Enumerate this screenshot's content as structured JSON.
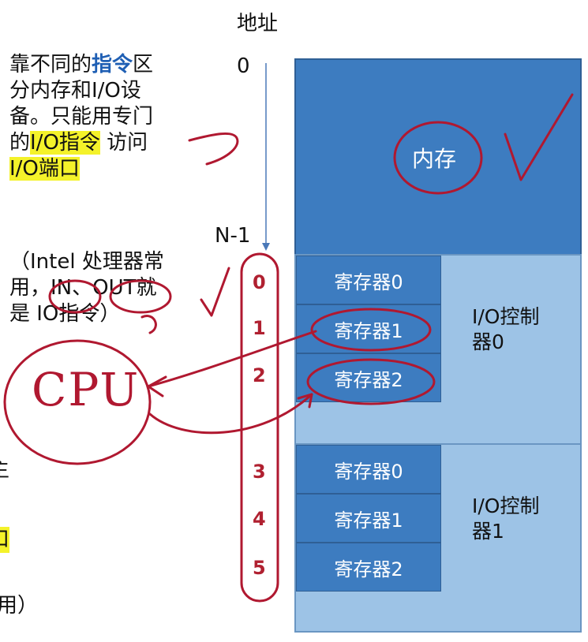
{
  "header": {
    "address_label": "地址",
    "addr_start": "0",
    "addr_end": "N-1"
  },
  "left_text": {
    "p1_a": "靠不同的",
    "p1_b": "指令",
    "p1_c": "区",
    "p1_d": "分内存和I/O设",
    "p1_e": "备。只能用专门",
    "p1_f": "的",
    "p1_g": "I/O指令",
    "p1_h": " 访问",
    "p1_i": "I/O端口",
    "p2_a": "（Intel 处理器常",
    "p2_b": "用，",
    "p2_c": "IN",
    "p2_d": "、",
    "p2_e": "OUT",
    "p2_f": "就",
    "p2_g": "是 IO指令）",
    "frag1": "主",
    "frag2": "口",
    "frag3": "用）"
  },
  "memory": {
    "label": "内存"
  },
  "controllers": [
    {
      "label_line1": "I/O控制",
      "label_line2": "器0",
      "registers": [
        "寄存器0",
        "寄存器1",
        "寄存器2"
      ]
    },
    {
      "label_line1": "I/O控制",
      "label_line2": "器1",
      "registers": [
        "寄存器0",
        "寄存器1",
        "寄存器2"
      ]
    }
  ],
  "port_numbers": [
    "0",
    "1",
    "2",
    "3",
    "4",
    "5"
  ],
  "handwriting": {
    "cpu": "CPU"
  },
  "colors": {
    "memory_block": "#3d7cc0",
    "controller_block": "#9dc3e6",
    "highlight": "#f4f22a",
    "ink": "#b01830"
  }
}
